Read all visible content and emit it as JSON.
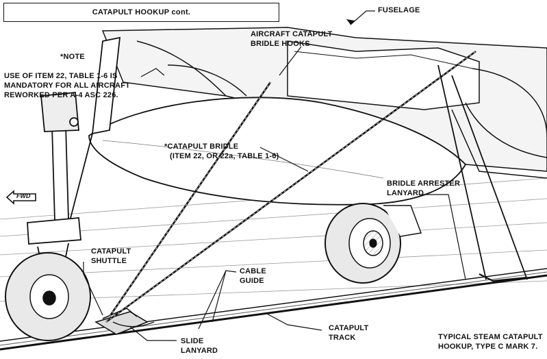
{
  "title": "CATAPULT HOOKUP cont.",
  "labels": {
    "fuselage": "FUSELAGE",
    "bridle_hooks_1": "AIRCRAFT CATAPULT",
    "bridle_hooks_2": "BRIDLE HOOKS",
    "note_head": "*NOTE",
    "note_1": "USE OF ITEM 22, TABLE 1-6 IS",
    "note_2": "MANDATORY FOR ALL AIRCRAFT",
    "note_3": "REWORKED PER A-4 ASC 226.",
    "bridle_1": "*CATAPULT BRIDLE",
    "bridle_2": "(ITEM 22, OR 22a, TABLE 1-6)",
    "arrester_1": "BRIDLE ARRESTER",
    "arrester_2": "LANYARD",
    "shuttle_1": "CATAPULT",
    "shuttle_2": "SHUTTLE",
    "cable_1": "CABLE",
    "cable_2": "GUIDE",
    "track_1": "CATAPULT",
    "track_2": "TRACK",
    "slide_1": "SLIDE",
    "slide_2": "LANYARD",
    "caption_1": "TYPICAL STEAM CATAPULT",
    "caption_2": "HOOKUP, TYPE C MARK 7.",
    "fwd": "FWD"
  },
  "colors": {
    "ink": "#111111",
    "paper": "#ffffff",
    "shade": "#d8d8d8"
  }
}
